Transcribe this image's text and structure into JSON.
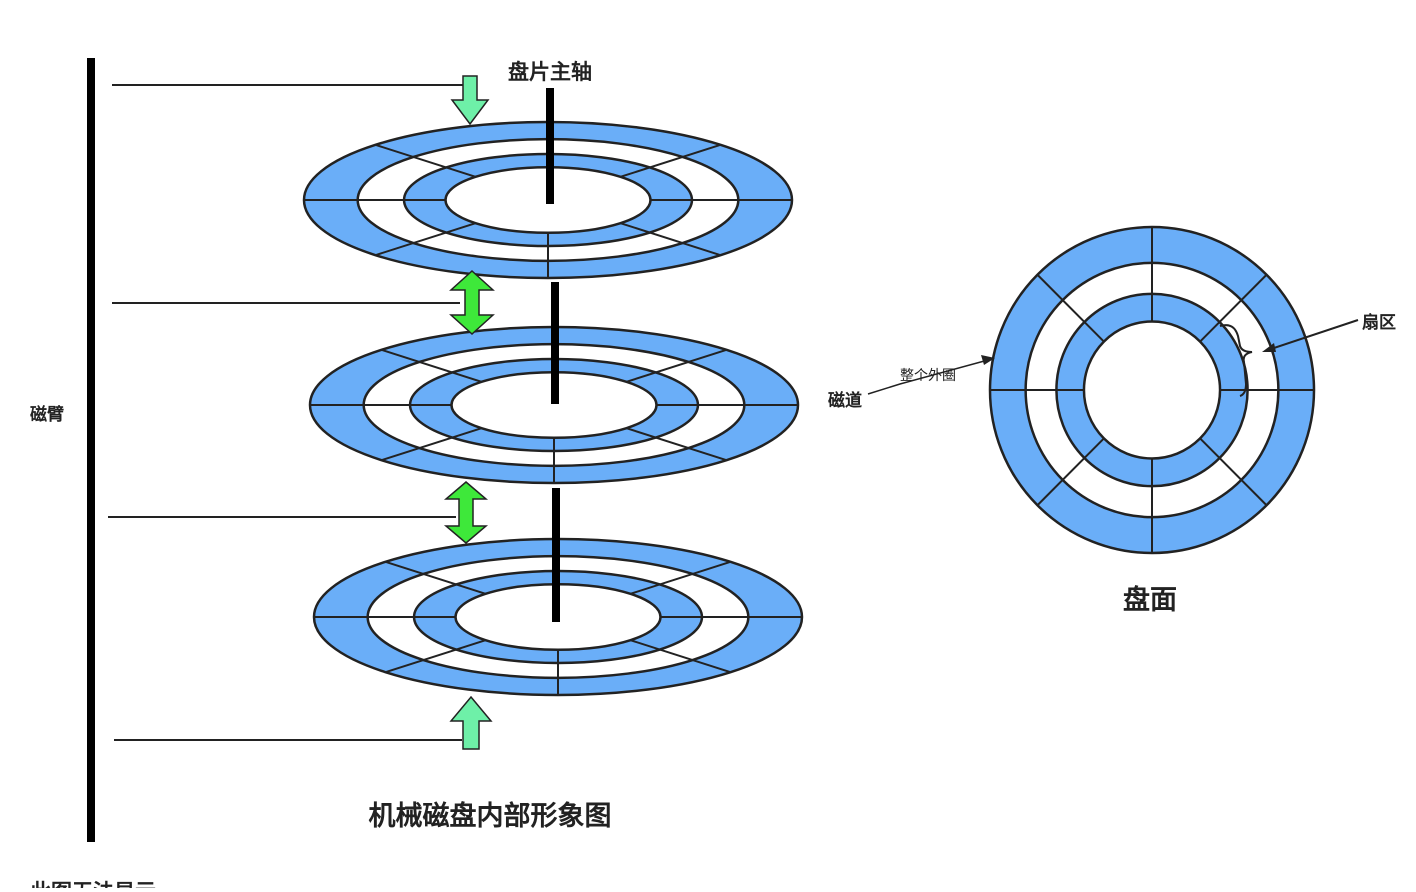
{
  "labels": {
    "spindle": "盘片主轴",
    "arm": "磁臂",
    "track": "磁道",
    "outer_ring": "整个外圈",
    "sector": "扇区",
    "surface_caption": "盘面",
    "main_caption": "机械磁盘内部形象图",
    "bottom_partial": "此图无法显示"
  },
  "colors": {
    "ring_fill": "#6aaef8",
    "outline": "#222222",
    "arrow_pale": "#6ef0a8",
    "arrow_bright": "#3ee83a",
    "arm": "#000000"
  },
  "platters": [
    {
      "name": "platter-top"
    },
    {
      "name": "platter-middle"
    },
    {
      "name": "platter-bottom"
    }
  ],
  "head_arrows": [
    {
      "name": "head-arrow-top",
      "kind": "down"
    },
    {
      "name": "head-arrow-upper-middle",
      "kind": "double"
    },
    {
      "name": "head-arrow-lower-middle",
      "kind": "double"
    },
    {
      "name": "head-arrow-bottom",
      "kind": "up"
    }
  ],
  "surface": {
    "track_bands": 2,
    "sectors": 8
  }
}
